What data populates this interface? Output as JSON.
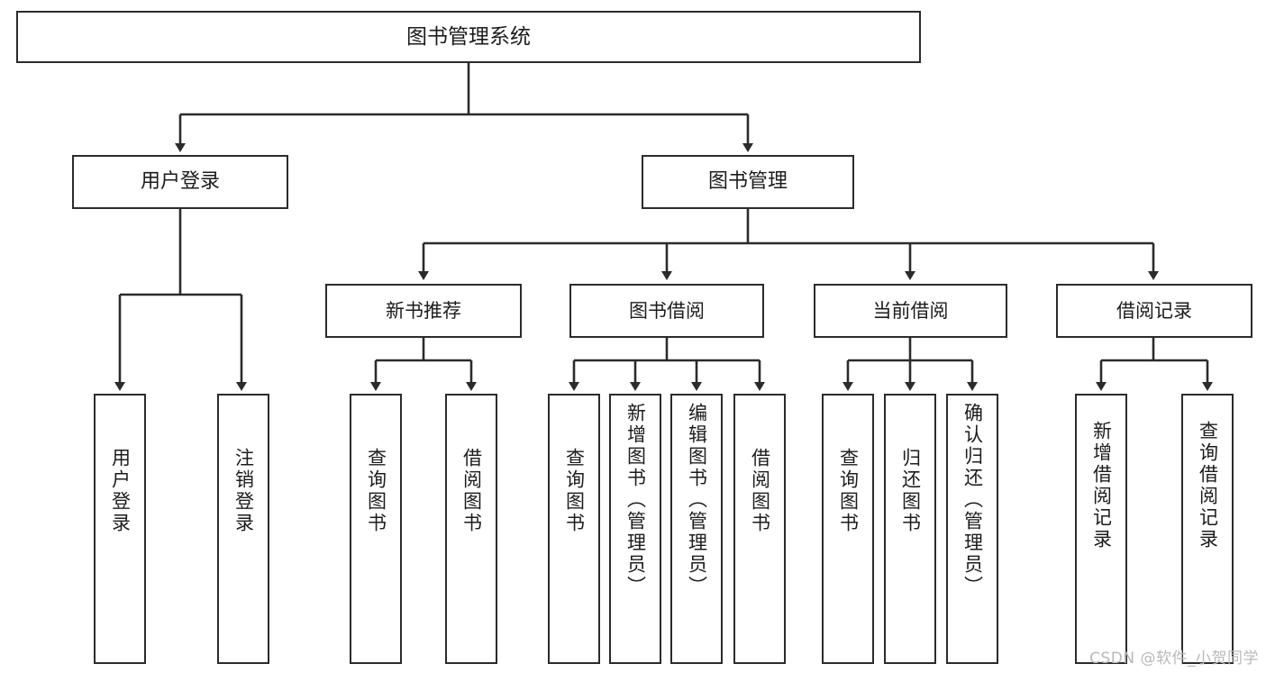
{
  "diagram": {
    "title": "图书管理系统",
    "type": "tree",
    "watermark": "CSDN @软件_小贺同学",
    "style": {
      "box_border_color": "#2b2b2b",
      "box_fill": "#ffffff",
      "connector_color": "#2b2b2b",
      "text_color": "#1c1c1c",
      "background": "#ffffff",
      "watermark_color": "#b9b9b9"
    },
    "root": {
      "label": "图书管理系统"
    },
    "level2": [
      {
        "id": "user-login",
        "label": "用户登录"
      },
      {
        "id": "book-manage",
        "label": "图书管理"
      }
    ],
    "level3": [
      {
        "id": "new-book-rec",
        "label": "新书推荐",
        "parent": "book-manage"
      },
      {
        "id": "book-borrow",
        "label": "图书借阅",
        "parent": "book-manage"
      },
      {
        "id": "current-borrow",
        "label": "当前借阅",
        "parent": "book-manage"
      },
      {
        "id": "borrow-record",
        "label": "借阅记录",
        "parent": "book-manage"
      }
    ],
    "leaves": {
      "user_login": [
        {
          "id": "leaf-user-login",
          "label": "用户登录"
        },
        {
          "id": "leaf-user-logout",
          "label": "注销登录"
        }
      ],
      "new_book_rec": [
        {
          "id": "leaf-query-book-1",
          "label": "查询图书"
        },
        {
          "id": "leaf-borrow-book-1",
          "label": "借阅图书"
        }
      ],
      "book_borrow": [
        {
          "id": "leaf-query-book-2",
          "label": "查询图书"
        },
        {
          "id": "leaf-add-book",
          "label": "新增图书（管理员）"
        },
        {
          "id": "leaf-edit-book",
          "label": "编辑图书（管理员）"
        },
        {
          "id": "leaf-borrow-book-2",
          "label": "借阅图书"
        }
      ],
      "current_borrow": [
        {
          "id": "leaf-query-book-3",
          "label": "查询图书"
        },
        {
          "id": "leaf-return-book",
          "label": "归还图书"
        },
        {
          "id": "leaf-confirm-return",
          "label": "确认归还（管理员）"
        }
      ],
      "borrow_record": [
        {
          "id": "leaf-add-record",
          "label": "新增借阅记录"
        },
        {
          "id": "leaf-query-record",
          "label": "查询借阅记录"
        }
      ]
    }
  }
}
